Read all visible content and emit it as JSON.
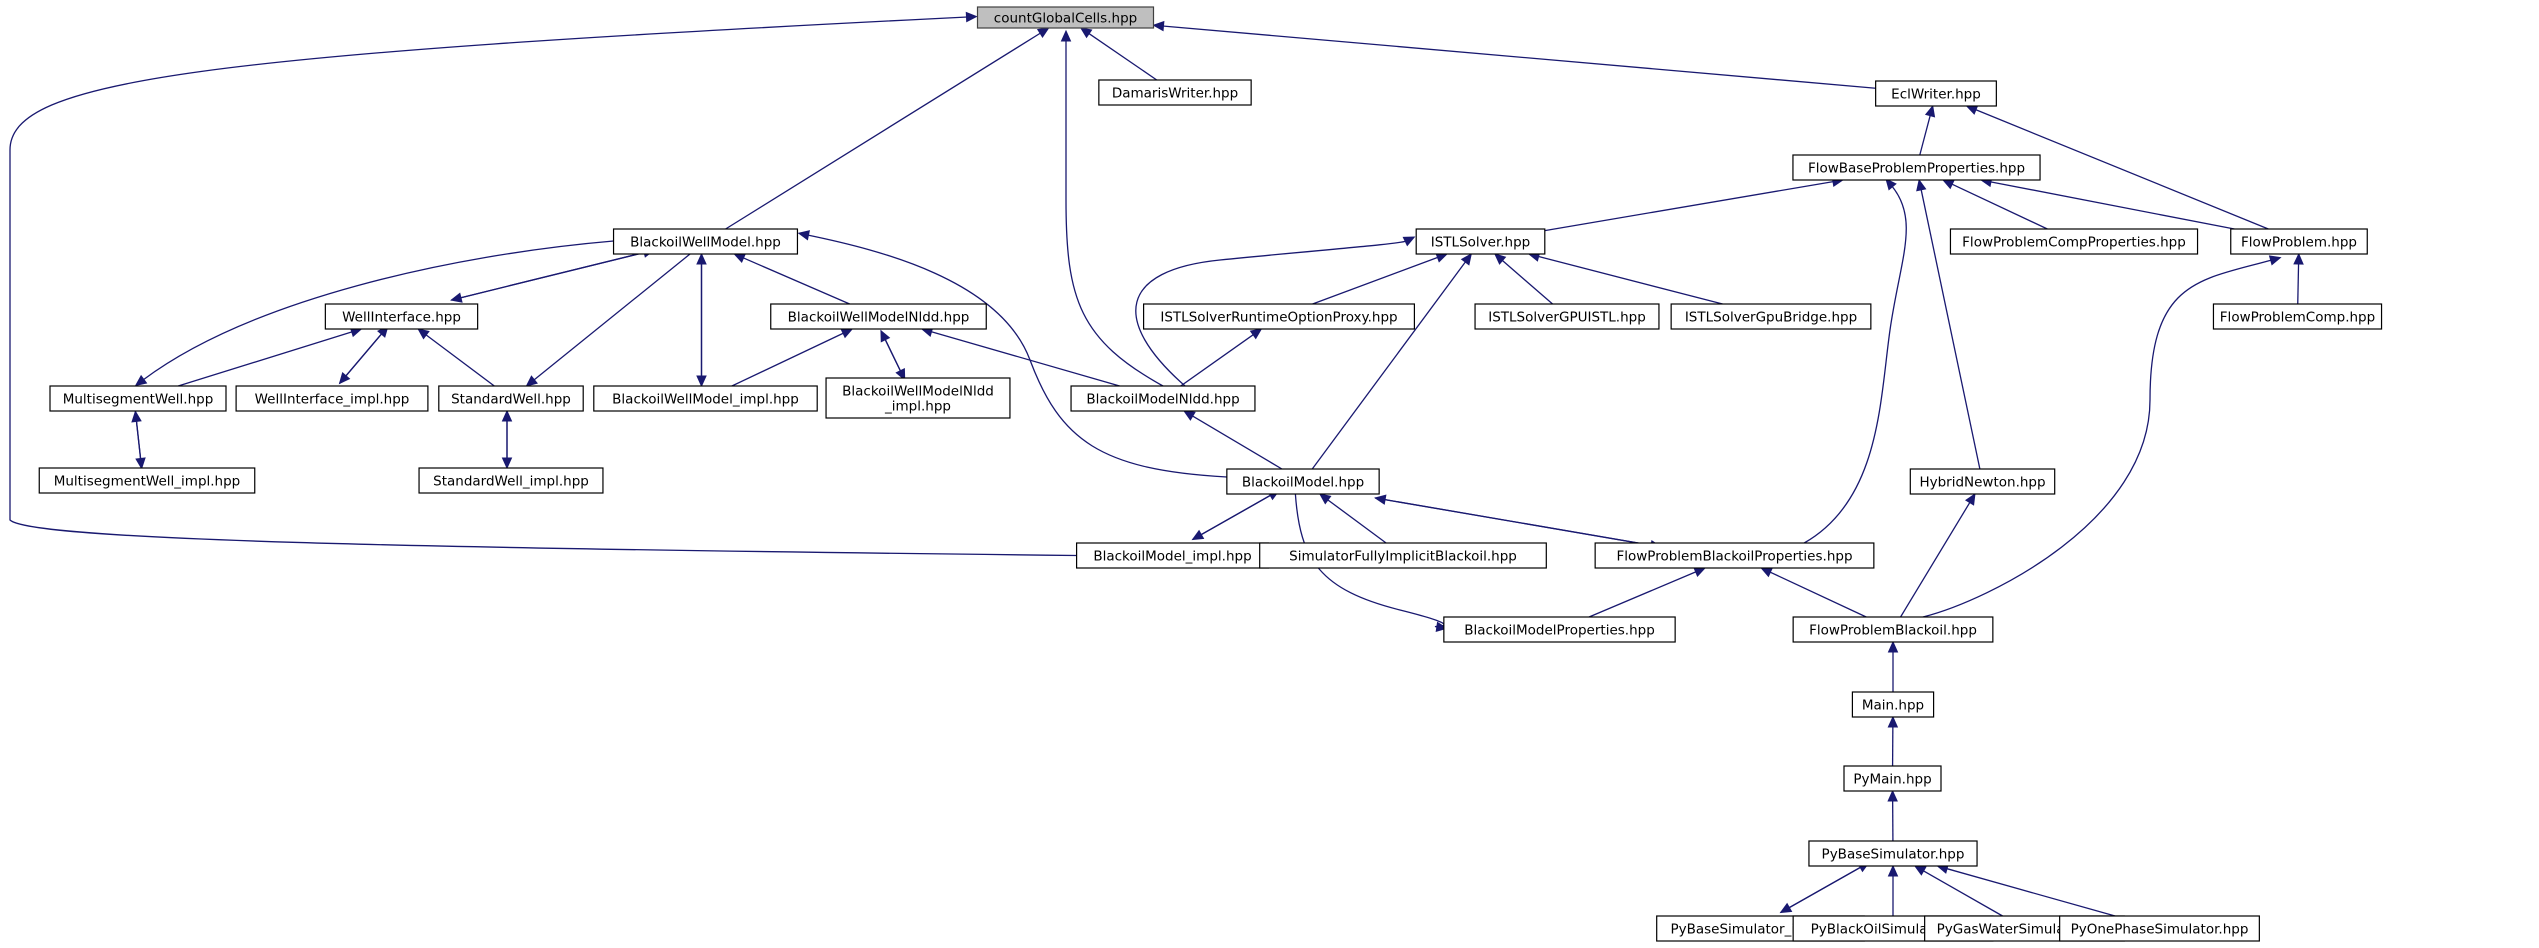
{
  "title": "countGlobalCells.hpp include dependency graph",
  "colors": {
    "edge": "#191970",
    "root_fill": "#bfbfbf",
    "node_fill": "#ffffff",
    "node_border": "#000000"
  },
  "nodes": [
    {
      "id": "countGlobalCells",
      "label": "countGlobalCells.hpp",
      "root": true
    },
    {
      "id": "DamarisWriter",
      "label": "DamarisWriter.hpp"
    },
    {
      "id": "EclWriter",
      "label": "EclWriter.hpp"
    },
    {
      "id": "FlowBaseProblemProperties",
      "label": "FlowBaseProblemProperties.hpp"
    },
    {
      "id": "ISTLSolver",
      "label": "ISTLSolver.hpp"
    },
    {
      "id": "FlowProblemCompProperties",
      "label": "FlowProblemCompProperties.hpp"
    },
    {
      "id": "FlowProblem",
      "label": "FlowProblem.hpp"
    },
    {
      "id": "BlackoilWellModel",
      "label": "BlackoilWellModel.hpp"
    },
    {
      "id": "WellInterface",
      "label": "WellInterface.hpp"
    },
    {
      "id": "BlackoilWellModelNldd",
      "label": "BlackoilWellModelNldd.hpp"
    },
    {
      "id": "ISTLSolverRuntimeOptionProxy",
      "label": "ISTLSolverRuntimeOptionProxy.hpp"
    },
    {
      "id": "ISTLSolverGPUISTL",
      "label": "ISTLSolverGPUISTL.hpp"
    },
    {
      "id": "ISTLSolverGpuBridge",
      "label": "ISTLSolverGpuBridge.hpp"
    },
    {
      "id": "FlowProblemComp",
      "label": "FlowProblemComp.hpp"
    },
    {
      "id": "MultisegmentWell",
      "label": "MultisegmentWell.hpp"
    },
    {
      "id": "WellInterface_impl",
      "label": "WellInterface_impl.hpp"
    },
    {
      "id": "StandardWell",
      "label": "StandardWell.hpp"
    },
    {
      "id": "BlackoilWellModel_impl",
      "label": "BlackoilWellModel_impl.hpp"
    },
    {
      "id": "BlackoilWellModelNldd_impl",
      "label": "BlackoilWellModelNldd\n_impl.hpp"
    },
    {
      "id": "BlackoilModelNldd",
      "label": "BlackoilModelNldd.hpp"
    },
    {
      "id": "MultisegmentWell_impl",
      "label": "MultisegmentWell_impl.hpp"
    },
    {
      "id": "StandardWell_impl",
      "label": "StandardWell_impl.hpp"
    },
    {
      "id": "BlackoilModel",
      "label": "BlackoilModel.hpp"
    },
    {
      "id": "HybridNewton",
      "label": "HybridNewton.hpp"
    },
    {
      "id": "BlackoilModel_impl",
      "label": "BlackoilModel_impl.hpp"
    },
    {
      "id": "SimulatorFullyImplicitBlackoil",
      "label": "SimulatorFullyImplicitBlackoil.hpp"
    },
    {
      "id": "FlowProblemBlackoilProperties",
      "label": "FlowProblemBlackoilProperties.hpp"
    },
    {
      "id": "BlackoilModelProperties",
      "label": "BlackoilModelProperties.hpp"
    },
    {
      "id": "FlowProblemBlackoil",
      "label": "FlowProblemBlackoil.hpp"
    },
    {
      "id": "Main",
      "label": "Main.hpp"
    },
    {
      "id": "PyMain",
      "label": "PyMain.hpp"
    },
    {
      "id": "PyBaseSimulator",
      "label": "PyBaseSimulator.hpp"
    },
    {
      "id": "PyBaseSimulator_impl",
      "label": "PyBaseSimulator_impl.hpp"
    },
    {
      "id": "PyBlackOilSimulator",
      "label": "PyBlackOilSimulator.hpp"
    },
    {
      "id": "PyGasWaterSimulator",
      "label": "PyGasWaterSimulator.hpp"
    },
    {
      "id": "PyOnePhaseSimulator",
      "label": "PyOnePhaseSimulator.hpp"
    }
  ],
  "edges": [
    {
      "from": "DamarisWriter",
      "to": "countGlobalCells"
    },
    {
      "from": "EclWriter",
      "to": "countGlobalCells"
    },
    {
      "from": "BlackoilWellModel",
      "to": "countGlobalCells"
    },
    {
      "from": "BlackoilModelNldd",
      "to": "countGlobalCells"
    },
    {
      "from": "BlackoilModel_impl",
      "to": "countGlobalCells"
    },
    {
      "from": "FlowBaseProblemProperties",
      "to": "EclWriter"
    },
    {
      "from": "FlowProblem",
      "to": "EclWriter"
    },
    {
      "from": "ISTLSolver",
      "to": "FlowBaseProblemProperties"
    },
    {
      "from": "FlowProblemCompProperties",
      "to": "FlowBaseProblemProperties"
    },
    {
      "from": "FlowProblem",
      "to": "FlowBaseProblemProperties"
    },
    {
      "from": "HybridNewton",
      "to": "FlowBaseProblemProperties"
    },
    {
      "from": "FlowProblemBlackoilProperties",
      "to": "FlowBaseProblemProperties"
    },
    {
      "from": "FlowProblemComp",
      "to": "FlowProblem"
    },
    {
      "from": "FlowProblemBlackoil",
      "to": "FlowProblem"
    },
    {
      "from": "ISTLSolverRuntimeOptionProxy",
      "to": "ISTLSolver"
    },
    {
      "from": "ISTLSolverGPUISTL",
      "to": "ISTLSolver"
    },
    {
      "from": "ISTLSolverGpuBridge",
      "to": "ISTLSolver"
    },
    {
      "from": "BlackoilModelNldd",
      "to": "ISTLSolver"
    },
    {
      "from": "BlackoilModel",
      "to": "ISTLSolver"
    },
    {
      "from": "BlackoilModelNldd",
      "to": "ISTLSolverRuntimeOptionProxy"
    },
    {
      "from": "WellInterface",
      "to": "BlackoilWellModel"
    },
    {
      "from": "BlackoilWellModel",
      "to": "WellInterface"
    },
    {
      "from": "BlackoilWellModel",
      "to": "MultisegmentWell"
    },
    {
      "from": "BlackoilWellModel",
      "to": "StandardWell"
    },
    {
      "from": "BlackoilWellModel_impl",
      "to": "BlackoilWellModel"
    },
    {
      "from": "BlackoilWellModel",
      "to": "BlackoilWellModel_impl"
    },
    {
      "from": "BlackoilWellModelNldd",
      "to": "BlackoilWellModel"
    },
    {
      "from": "BlackoilModel",
      "to": "BlackoilWellModel"
    },
    {
      "from": "MultisegmentWell",
      "to": "WellInterface"
    },
    {
      "from": "WellInterface_impl",
      "to": "WellInterface"
    },
    {
      "from": "WellInterface",
      "to": "WellInterface_impl"
    },
    {
      "from": "StandardWell",
      "to": "WellInterface"
    },
    {
      "from": "BlackoilWellModel_impl",
      "to": "BlackoilWellModelNldd"
    },
    {
      "from": "BlackoilWellModelNldd_impl",
      "to": "BlackoilWellModelNldd"
    },
    {
      "from": "BlackoilWellModelNldd",
      "to": "BlackoilWellModelNldd_impl"
    },
    {
      "from": "BlackoilModelNldd",
      "to": "BlackoilWellModelNldd"
    },
    {
      "from": "MultisegmentWell_impl",
      "to": "MultisegmentWell"
    },
    {
      "from": "MultisegmentWell",
      "to": "MultisegmentWell_impl"
    },
    {
      "from": "StandardWell_impl",
      "to": "StandardWell"
    },
    {
      "from": "StandardWell",
      "to": "StandardWell_impl"
    },
    {
      "from": "BlackoilModel",
      "to": "BlackoilModelNldd"
    },
    {
      "from": "BlackoilModel_impl",
      "to": "BlackoilModel"
    },
    {
      "from": "BlackoilModel",
      "to": "BlackoilModel_impl"
    },
    {
      "from": "SimulatorFullyImplicitBlackoil",
      "to": "BlackoilModel"
    },
    {
      "from": "FlowProblemBlackoilProperties",
      "to": "BlackoilModel"
    },
    {
      "from": "BlackoilModel",
      "to": "FlowProblemBlackoilProperties"
    },
    {
      "from": "BlackoilModel",
      "to": "BlackoilModelProperties"
    },
    {
      "from": "BlackoilModelProperties",
      "to": "FlowProblemBlackoilProperties"
    },
    {
      "from": "FlowProblemBlackoil",
      "to": "FlowProblemBlackoilProperties"
    },
    {
      "from": "FlowProblemBlackoil",
      "to": "HybridNewton"
    },
    {
      "from": "Main",
      "to": "FlowProblemBlackoil"
    },
    {
      "from": "PyMain",
      "to": "Main"
    },
    {
      "from": "PyBaseSimulator",
      "to": "PyMain"
    },
    {
      "from": "PyBaseSimulator_impl",
      "to": "PyBaseSimulator"
    },
    {
      "from": "PyBaseSimulator",
      "to": "PyBaseSimulator_impl"
    },
    {
      "from": "PyBlackOilSimulator",
      "to": "PyBaseSimulator"
    },
    {
      "from": "PyGasWaterSimulator",
      "to": "PyBaseSimulator"
    },
    {
      "from": "PyOnePhaseSimulator",
      "to": "PyBaseSimulator"
    }
  ]
}
